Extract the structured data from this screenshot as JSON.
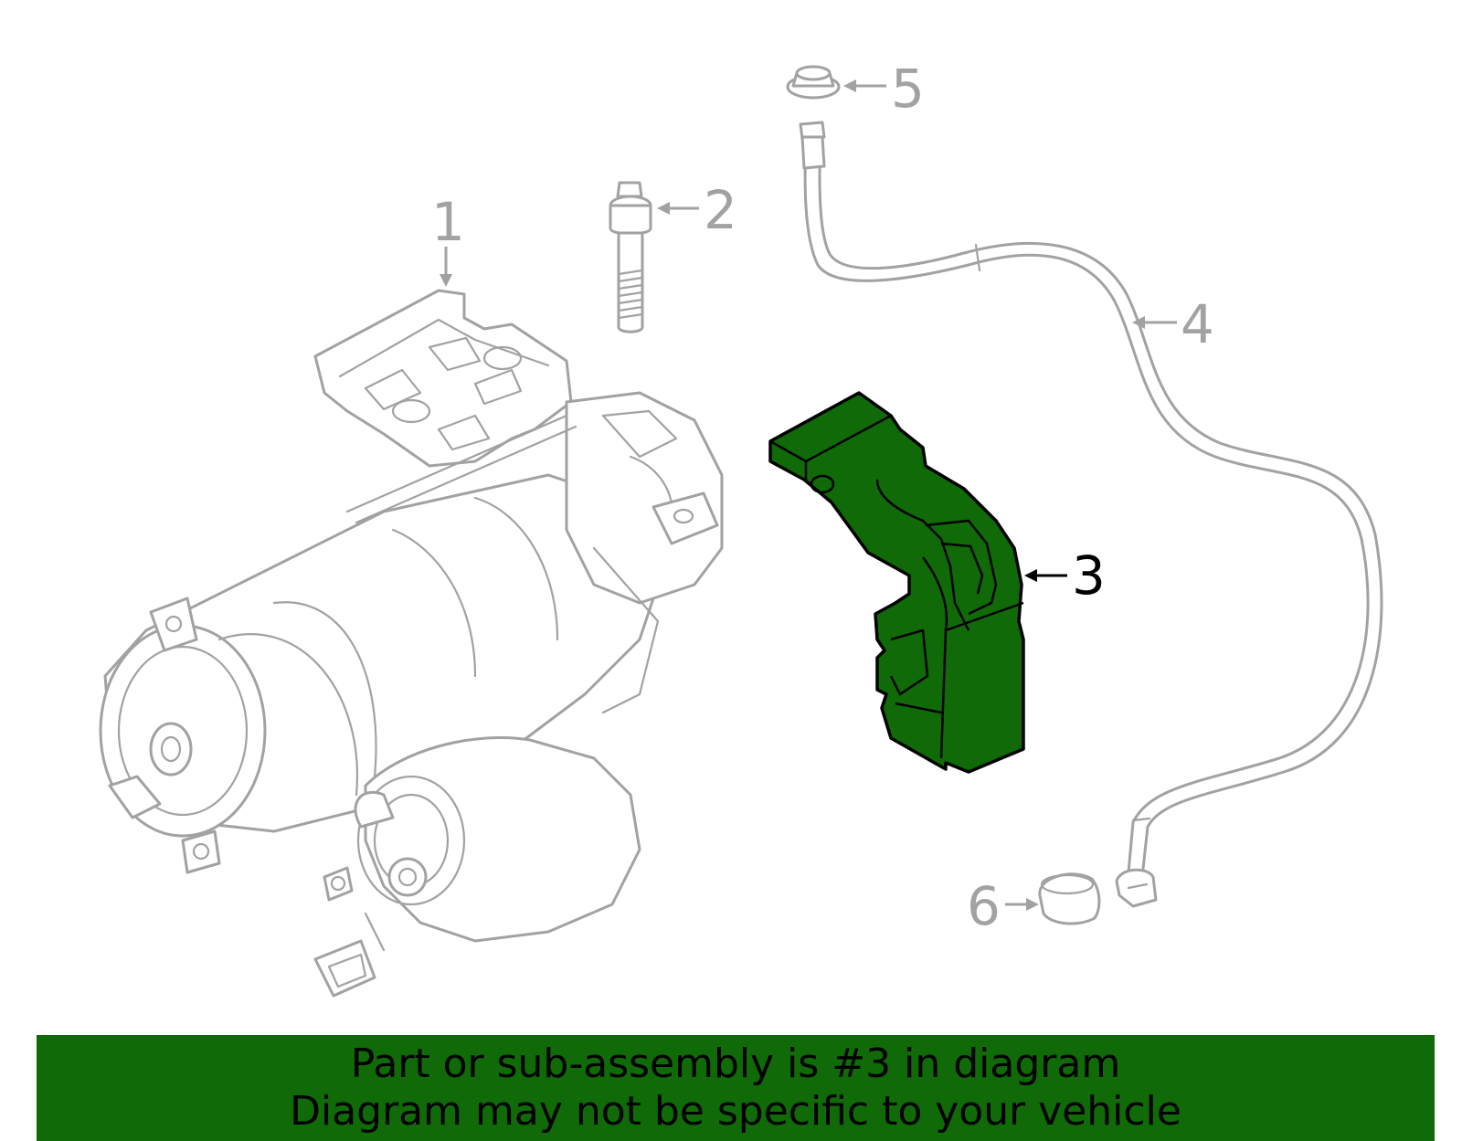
{
  "callouts": [
    {
      "id": "1",
      "label": "1"
    },
    {
      "id": "2",
      "label": "2"
    },
    {
      "id": "3",
      "label": "3"
    },
    {
      "id": "4",
      "label": "4"
    },
    {
      "id": "5",
      "label": "5"
    },
    {
      "id": "6",
      "label": "6"
    }
  ],
  "highlighted_part": "3",
  "colors": {
    "highlight": "#0f6a07",
    "outline": "#a2a2a2",
    "active_label": "#000000"
  },
  "banner": {
    "line1": "Part or sub-assembly is #3 in diagram",
    "line2": "Diagram may not be specific to your vehicle"
  }
}
